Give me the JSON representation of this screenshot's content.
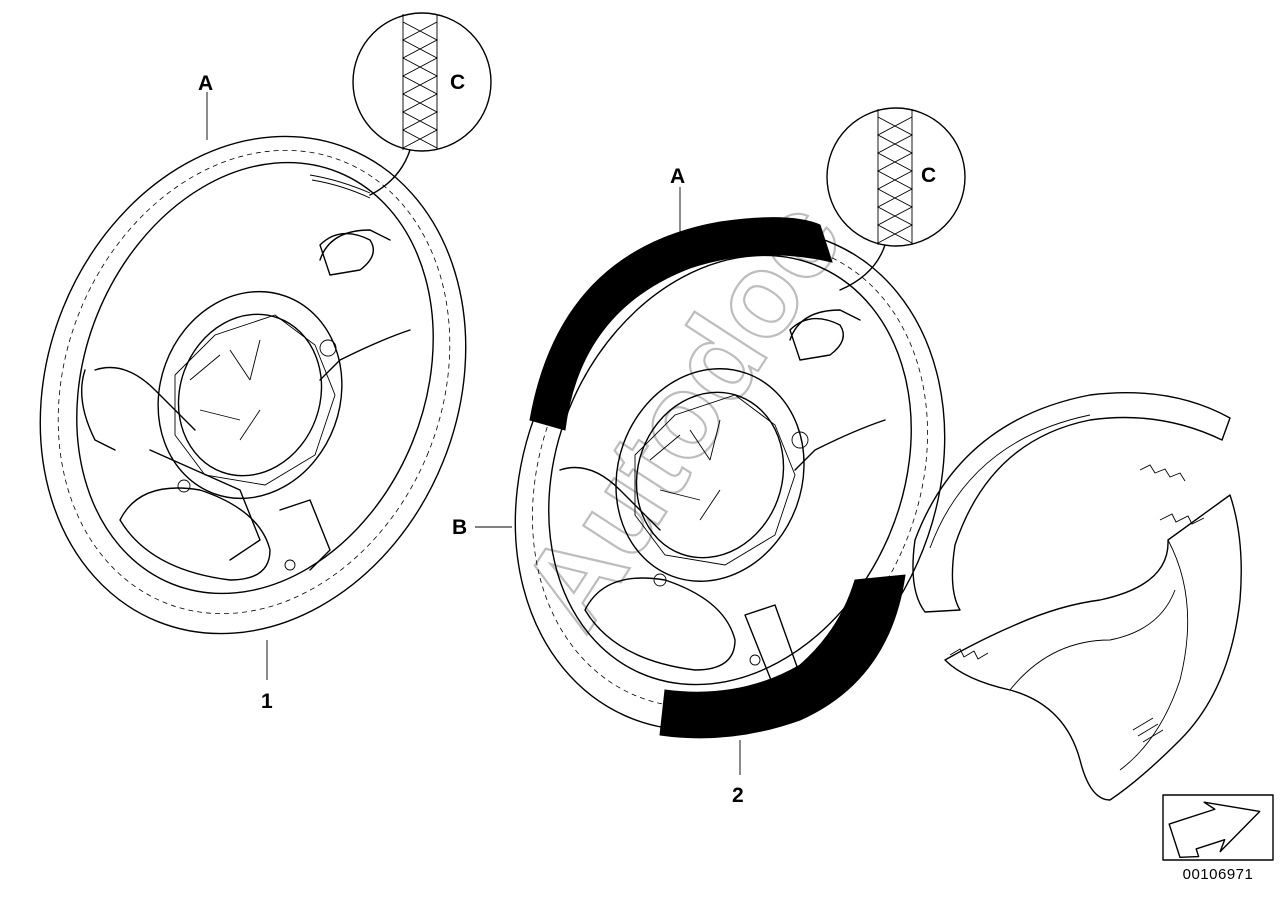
{
  "watermark": "Autodoc",
  "labels": {
    "left_A": "A",
    "left_C": "C",
    "right_A": "A",
    "right_C": "C",
    "right_B": "B"
  },
  "parts": {
    "part1": "1",
    "part2": "2"
  },
  "document_id": "00106971",
  "icons": [
    "steering-wheel-1",
    "steering-wheel-2",
    "steering-wheel-trim-cover",
    "stitching-detail-circle",
    "orientation-arrow-icon"
  ]
}
